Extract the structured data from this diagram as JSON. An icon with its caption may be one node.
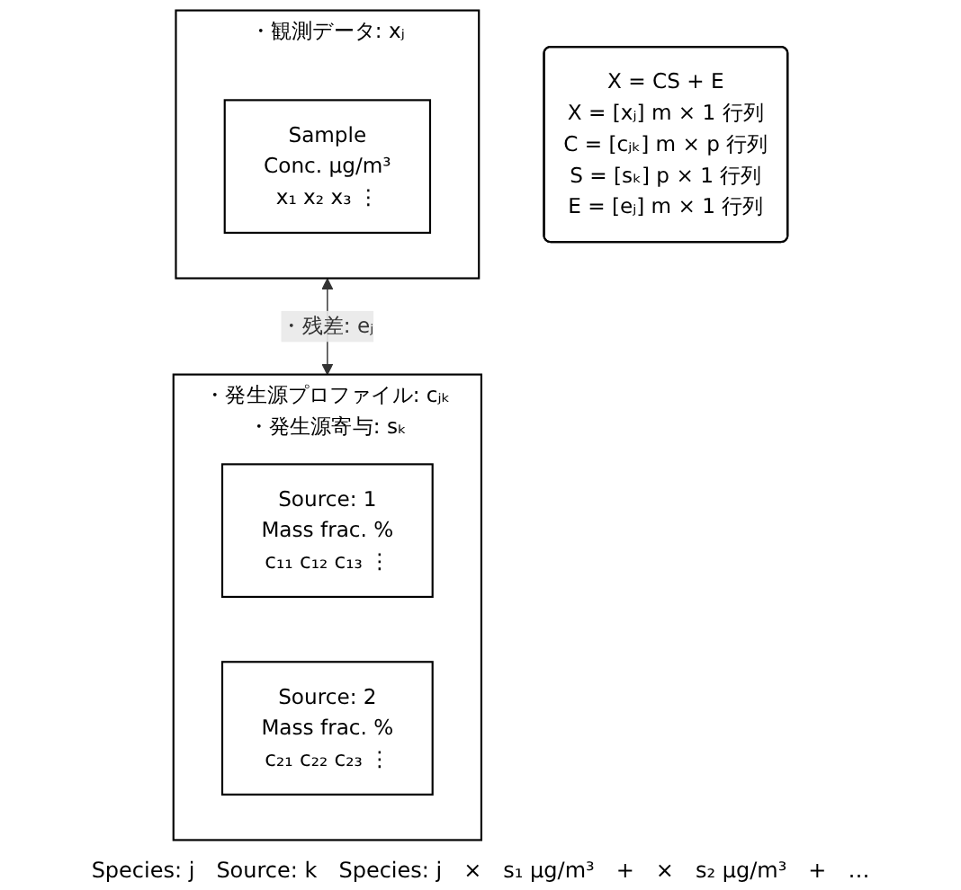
{
  "diagram": {
    "nodes": [
      {
        "text": [
          "X = CS + E",
          "X = [xⱼ]  m × 1  行列",
          "C = [cⱼₖ]  m × p  行列",
          "S = [sₖ]  p × 1  行列",
          "E = [eⱼ]  m × 1  行列"
        ]
      },
      {
        "text": [
          "・観測データ: xⱼ"
        ]
      },
      {
        "text": [
          "Sample",
          "Conc. μg/m³",
          "x₁ x₂ x₃ ⋮"
        ],
        "in": 1
      },
      {
        "text": [
          "・発生源プロファイル: cⱼₖ",
          "・発生源寄与: sₖ"
        ]
      },
      {
        "text": [
          "Source: 1",
          "Mass frac. %",
          "c₁₁ c₁₂ c₁₃ ⋮"
        ],
        "in": 3
      },
      {
        "text": [
          "Source: 2",
          "Mass frac. %",
          "c₂₁ c₂₂ c₂₃ ⋮"
        ],
        "in": 3
      }
    ],
    "edges": [
      {
        "from": 1,
        "to": 3,
        "arrow": "both",
        "label": "・残差: eⱼ"
      }
    ],
    "labels": [
      "Species: j",
      "Source: k",
      "Species: j",
      "×",
      "s₁ μg/m³",
      "+",
      "×",
      "s₂ μg/m³",
      "+",
      "…"
    ]
  }
}
